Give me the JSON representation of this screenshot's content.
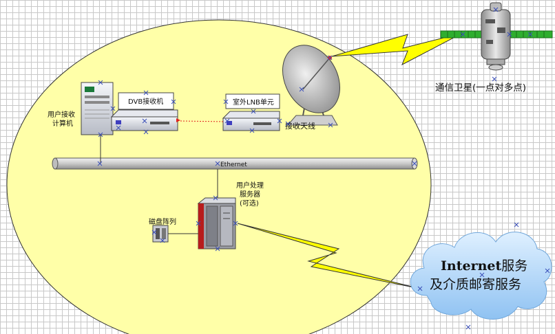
{
  "labels": {
    "satellite": "通信卫星(一点对多点)",
    "user_computer_line1": "用户接收",
    "user_computer_line2": "计算机",
    "dvb_receiver": "DVB接收机",
    "lnb_unit": "室外LNB单元",
    "antenna": "接收天线",
    "ethernet": "Ethernet",
    "server_line1": "用户处理",
    "server_line2": "服务器",
    "server_line3": "(可选)",
    "disk_array": "磁盘阵列",
    "internet_bold": "Internet",
    "internet_rest": "服务",
    "media_line": "及介质邮寄服务"
  },
  "colors": {
    "ellipse_fill": "#ffffa8",
    "lightning_fill": "#ffff00",
    "cable_fill": "#d6d6d6",
    "cloud_fill": "#8fc2f2",
    "panel_green": "#2fae2f",
    "signal_red": "#e0201c"
  },
  "icons": [
    "satellite-icon",
    "dish-antenna-icon",
    "computer-tower-icon",
    "receiver-box-icon",
    "lnb-box-icon",
    "server-rack-icon",
    "disk-array-icon",
    "cloud-icon",
    "lightning-bolt-icon"
  ]
}
